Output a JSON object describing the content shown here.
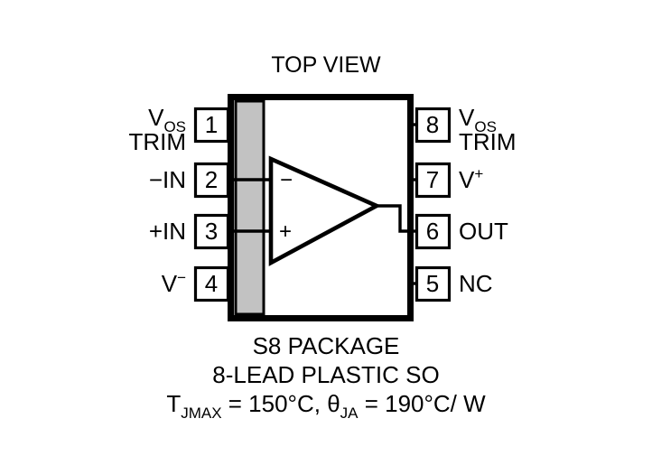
{
  "diagram": {
    "title": "TOP VIEW",
    "package_body": {
      "fill_color": "#ffffff",
      "stroke_color": "#000000",
      "notch_band_color": "#c2c2c2"
    },
    "amplifier": {
      "inverting_sign": "−",
      "noninverting_sign": "+"
    },
    "pins_left": [
      {
        "number": "1",
        "label_line1_main": "V",
        "label_line1_sub": "OS",
        "label_line2": "TRIM"
      },
      {
        "number": "2",
        "label_line1_main": "−IN",
        "label_line1_sub": "",
        "label_line2": ""
      },
      {
        "number": "3",
        "label_line1_main": "+IN",
        "label_line1_sub": "",
        "label_line2": ""
      },
      {
        "number": "4",
        "label_line1_main": "V",
        "label_line1_sup": "−",
        "label_line2": ""
      }
    ],
    "pins_right": [
      {
        "number": "8",
        "label_line1_main": "V",
        "label_line1_sub": "OS",
        "label_line2": "TRIM"
      },
      {
        "number": "7",
        "label_line1_main": "V",
        "label_line1_sup": "+",
        "label_line2": ""
      },
      {
        "number": "6",
        "label_line1_main": "OUT",
        "label_line1_sub": "",
        "label_line2": ""
      },
      {
        "number": "5",
        "label_line1_main": "NC",
        "label_line1_sub": "",
        "label_line2": ""
      }
    ],
    "caption": {
      "line1": "S8 PACKAGE",
      "line2": "8-LEAD PLASTIC SO",
      "line3_t_symbol": "T",
      "line3_t_subscript": "JMAX",
      "line3_t_value": " = 150°C, ",
      "line3_theta_symbol": "θ",
      "line3_theta_subscript": "JA",
      "line3_theta_value": " = 190°C/ W"
    }
  }
}
